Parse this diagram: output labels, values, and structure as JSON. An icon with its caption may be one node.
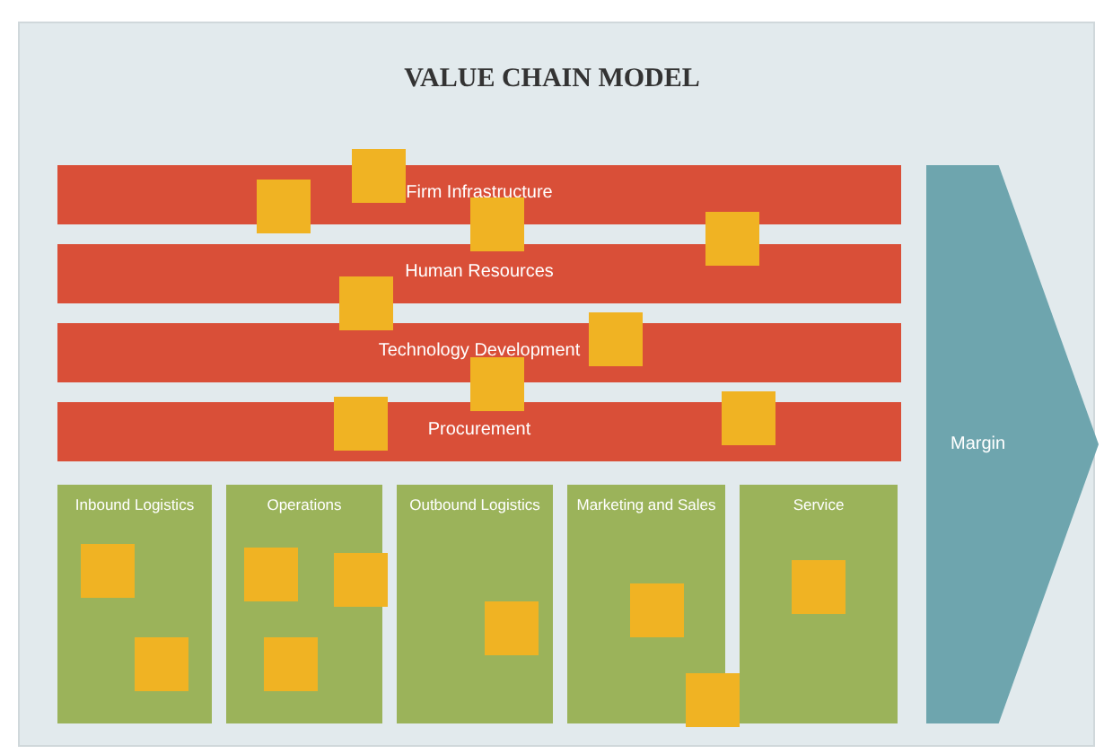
{
  "diagram": {
    "title": "VALUE CHAIN MODEL",
    "nodes": [
      {
        "text": [
          "Firm Infrastructure"
        ]
      },
      {
        "text": [
          "Human Resources"
        ]
      },
      {
        "text": [
          "Technology Development"
        ]
      },
      {
        "text": [
          "Procurement"
        ]
      },
      {
        "text": [
          "Inbound Logistics"
        ]
      },
      {
        "text": [
          "Operations"
        ]
      },
      {
        "text": [
          "Outbound Logistics"
        ]
      },
      {
        "text": [
          "Marketing and Sales"
        ]
      },
      {
        "text": [
          "Service"
        ]
      },
      {
        "text": [
          "Margin"
        ]
      }
    ],
    "edges": []
  }
}
